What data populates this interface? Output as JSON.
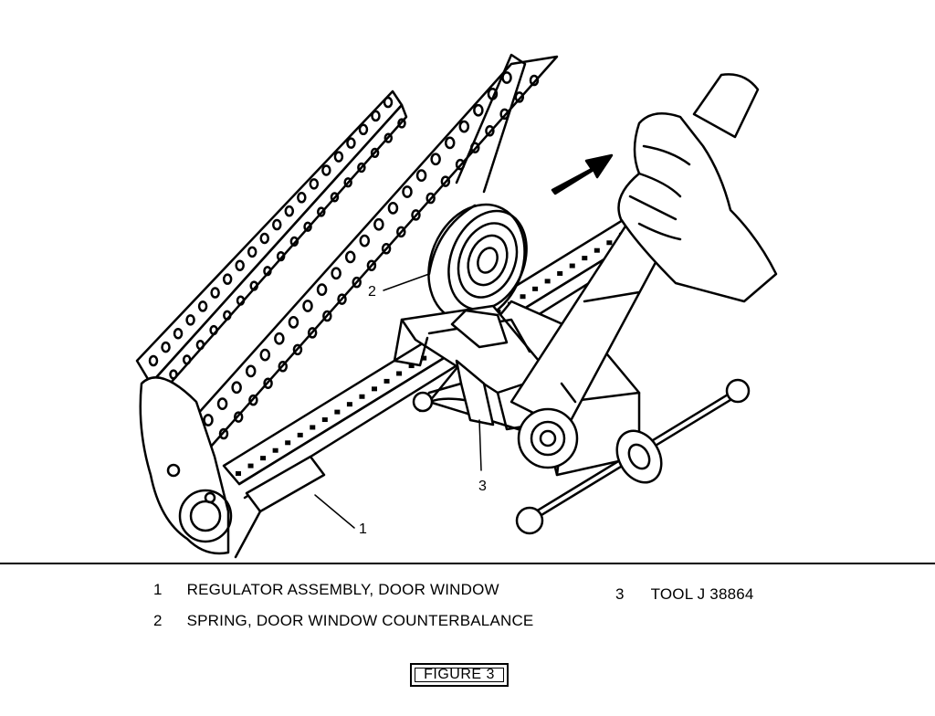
{
  "legend": [
    {
      "number": "1",
      "text": "REGULATOR ASSEMBLY, DOOR WINDOW"
    },
    {
      "number": "2",
      "text": "SPRING, DOOR WINDOW COUNTERBALANCE"
    },
    {
      "number": "3",
      "text": "TOOL J 38864"
    }
  ],
  "callouts": {
    "one": "1",
    "two": "2",
    "three": "3"
  },
  "figure_label": "FIGURE 3"
}
